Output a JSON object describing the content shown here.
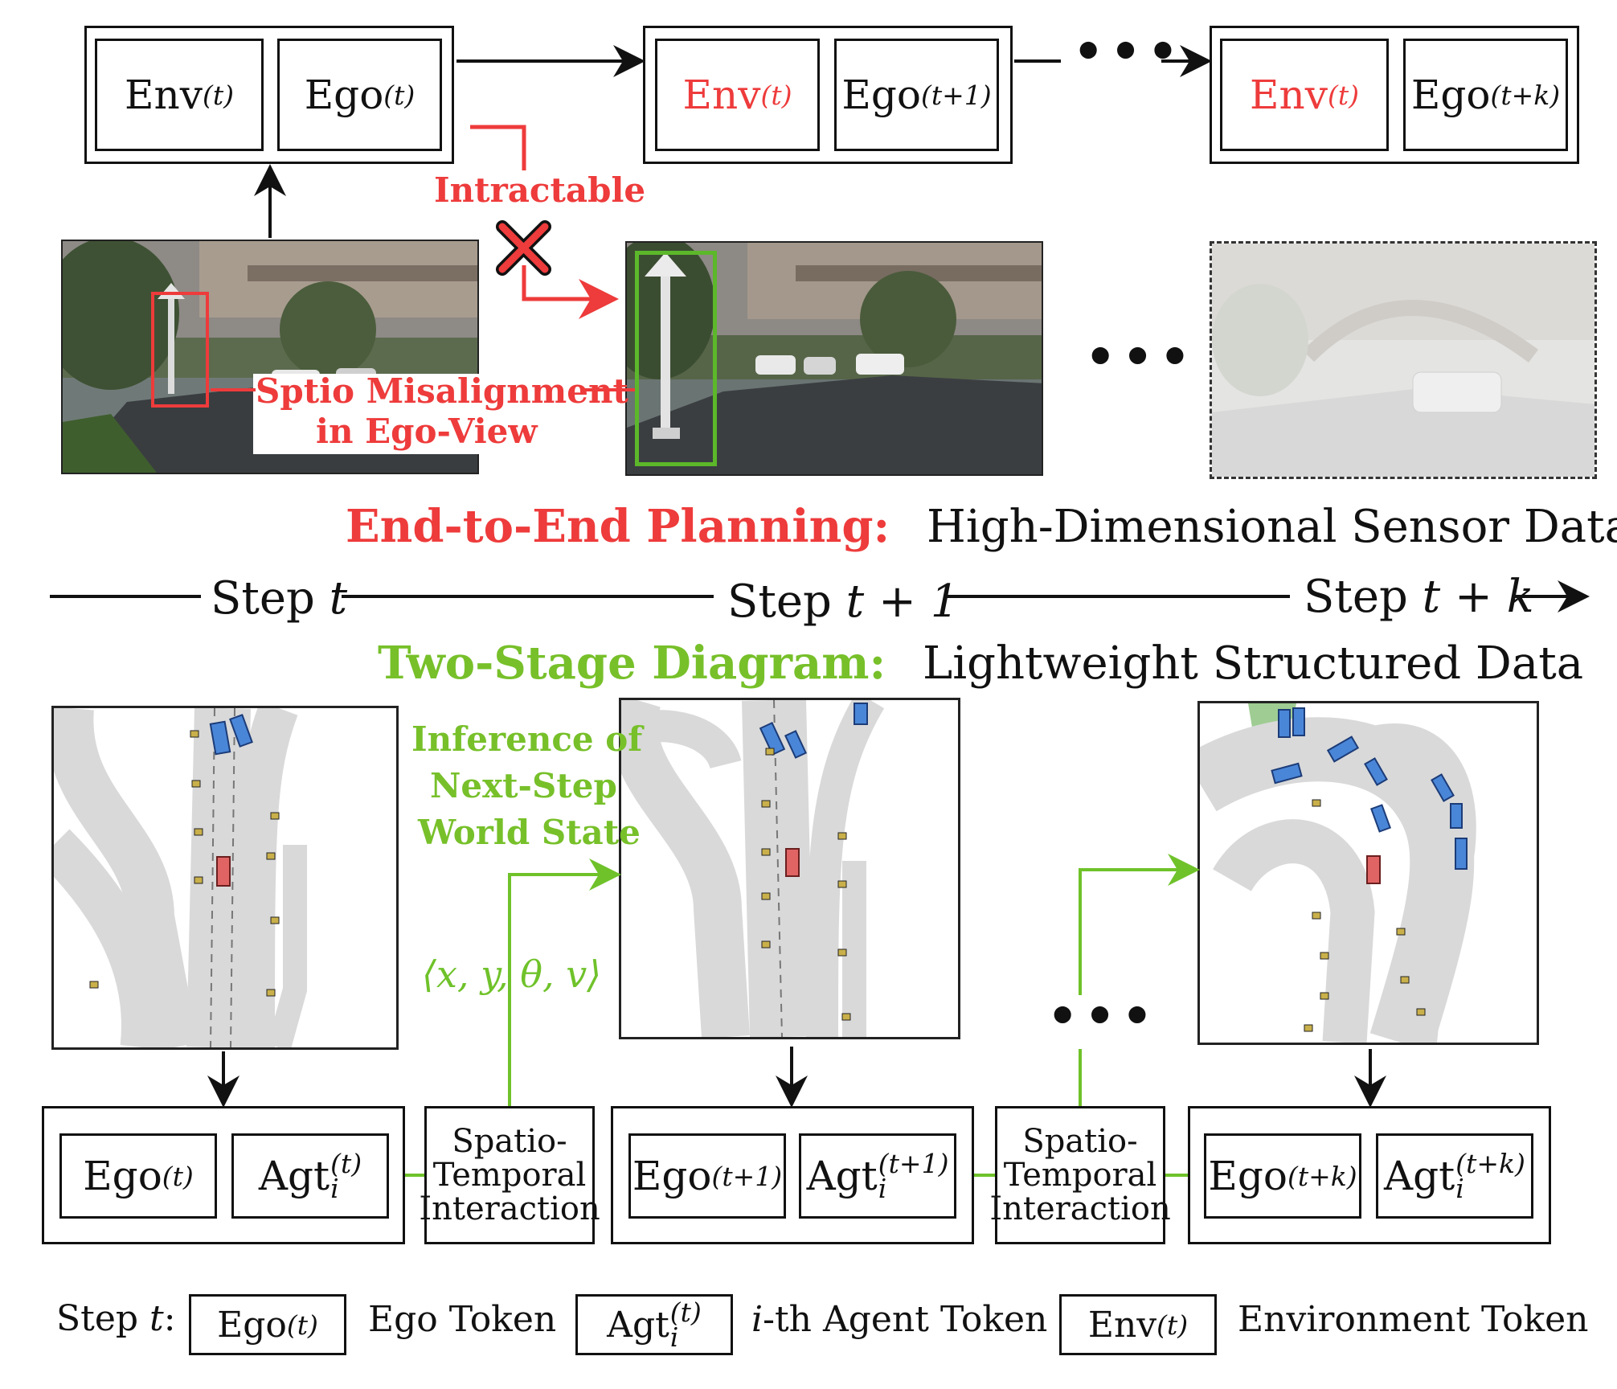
{
  "tokens": {
    "env": "Env",
    "ego": "Ego",
    "agt": "Agt",
    "agt_sub": "i",
    "sup_t": "(t)",
    "sup_t1": "(t+1)",
    "sup_tk": "(t+k)"
  },
  "annotations": {
    "intractable": "Intractable",
    "misalign_line1": "Sptio Misalignment",
    "misalign_line2": "in Ego-View",
    "ellipsis": "•••"
  },
  "e2e": {
    "title": "End-to-End Planning:",
    "desc": "High-Dimensional Sensor Data"
  },
  "timeline": {
    "step_t": "Step",
    "var_t": "t",
    "step_t1": "Step",
    "var_t1": "t + 1",
    "step_tk": "Step",
    "var_tk": "t + k"
  },
  "two_stage": {
    "title": "Two-Stage Diagram:",
    "desc": "Lightweight Structured Data"
  },
  "inference": {
    "line1": "Inference of",
    "line2": "Next-Step",
    "line3": "World State",
    "state": "⟨x, y, θ, v⟩"
  },
  "sti": {
    "line1": "Spatio-",
    "line2": "Temporal",
    "line3": "Interaction"
  },
  "legend": {
    "step_label": "Step",
    "step_var": "t",
    "step_colon": ":",
    "ego_token": "Ego Token",
    "agent_prefix": "i",
    "agent_token": "-th Agent Token",
    "env_token": "Environment Token"
  },
  "colors": {
    "red": "#ee3b3b",
    "green": "#6fc22a",
    "blue_vehicle": "#4a86d8",
    "ego_vehicle": "#e06464",
    "road": "#d9d9d9"
  }
}
